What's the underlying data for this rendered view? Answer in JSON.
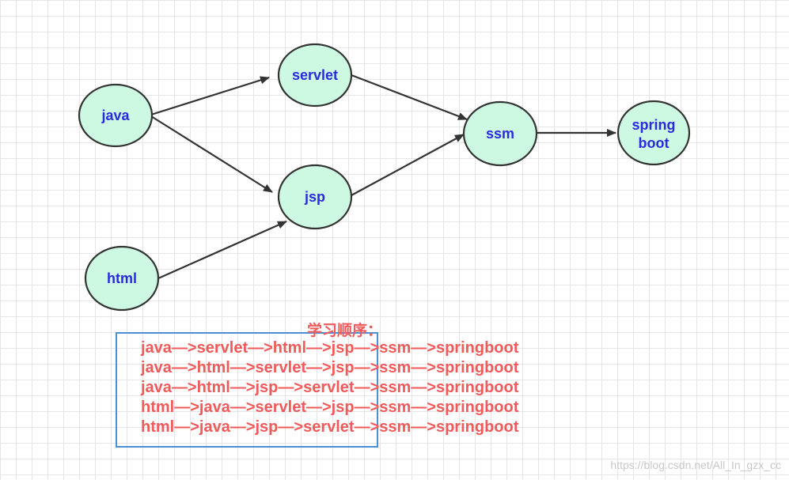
{
  "nodes": {
    "java": "java",
    "servlet": "servlet",
    "jsp": "jsp",
    "html": "html",
    "ssm": "ssm",
    "springboot_line1": "spring",
    "springboot_line2": "boot"
  },
  "edges": [
    {
      "from": "java",
      "to": "servlet"
    },
    {
      "from": "java",
      "to": "jsp"
    },
    {
      "from": "html",
      "to": "jsp"
    },
    {
      "from": "servlet",
      "to": "ssm"
    },
    {
      "from": "jsp",
      "to": "ssm"
    },
    {
      "from": "ssm",
      "to": "springboot"
    }
  ],
  "learning_order": {
    "title": "学习顺序：",
    "paths": [
      "java—>servlet—>html—>jsp—>ssm—>springboot",
      "java—>html—>servlet—>jsp—>ssm—>springboot",
      "java—>html—>jsp—>servlet—>ssm—>springboot",
      "html—>java—>servlet—>jsp—>ssm—>springboot",
      "html—>java—>jsp—>servlet—>ssm—>springboot"
    ]
  },
  "watermark": "https://blog.csdn.net/All_In_gzx_cc",
  "colors": {
    "node_fill": "#cdf8e2",
    "node_text": "#2a2ae0",
    "order_text": "#f05a5a",
    "box_border": "#4b8fd6"
  }
}
